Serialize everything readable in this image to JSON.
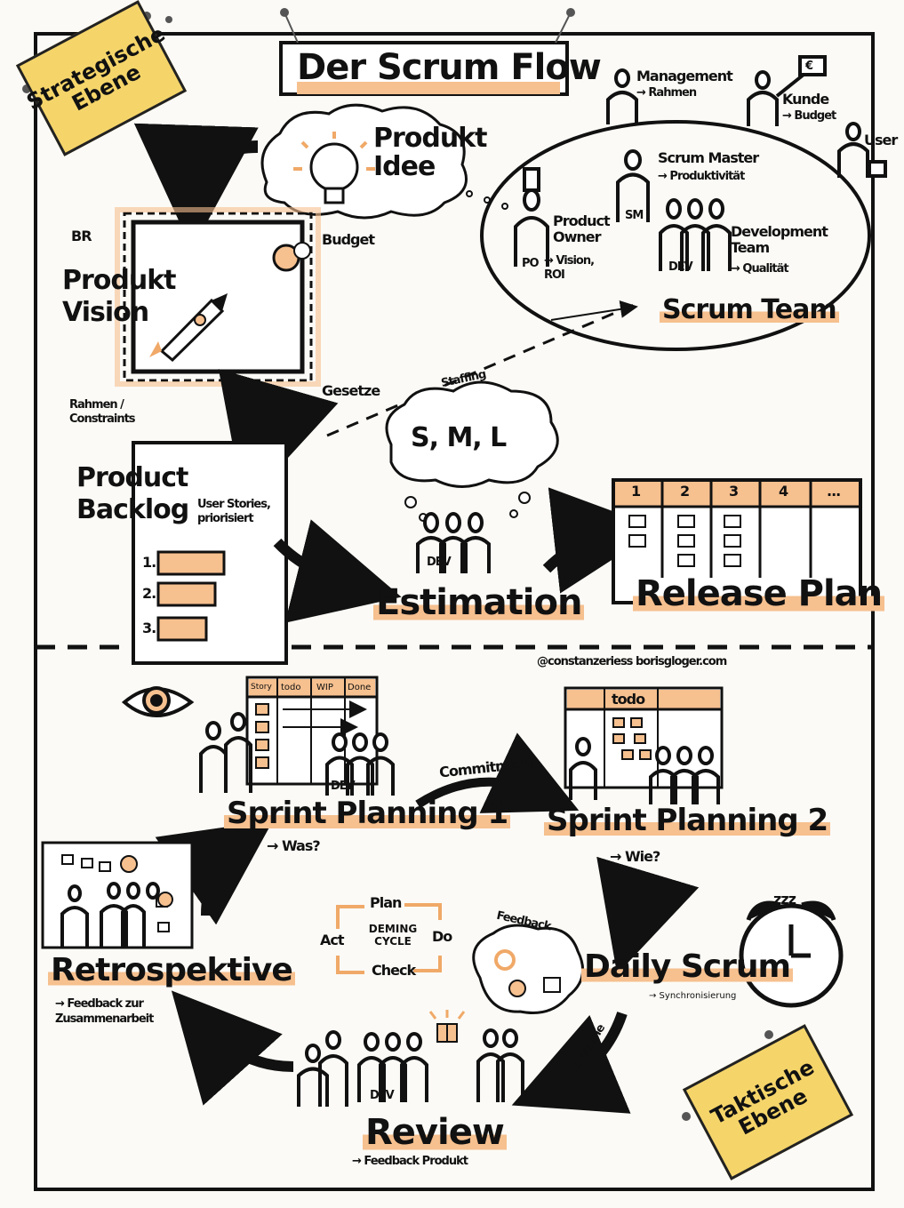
{
  "title": "Der Scrum Flow",
  "strategic_note": "Strategische Ebene",
  "tactical_note": "Taktische Ebene",
  "roles": {
    "management": "Management",
    "management_arrow": "→ Rahmen",
    "kunde": "Kunde",
    "kunde_arrow": "→ Budget",
    "user": "User",
    "scrum_master": "Scrum Master",
    "scrum_master_arrow": "→ Produktivität",
    "sm_tag": "SM",
    "product_owner": "Product Owner",
    "po_tag": "PO",
    "po_arrow": "→ Vision, ROI",
    "dev_team": "Development Team",
    "dev_team_arrow": "→ Qualität",
    "dev_tag": "DEV",
    "scrum_team": "Scrum Team",
    "kunde_sign": "€"
  },
  "vision": {
    "idea": "Produkt Idee",
    "vision": "Produkt Vision",
    "br": "BR",
    "budget": "Budget",
    "constraints": "Rahmen / Constraints",
    "gesetze": "Gesetze",
    "staffing": "Staffing"
  },
  "backlog": {
    "title": "Product Backlog",
    "note": "User Stories, priorisiert",
    "items": [
      "1.",
      "2.",
      "3."
    ]
  },
  "estimation": {
    "sizes": "S, M, L",
    "label": "Estimation"
  },
  "release_plan": {
    "label": "Release Plan",
    "columns": [
      "1",
      "2",
      "3",
      "4",
      "..."
    ]
  },
  "credits": "@constanzeriess   borisgloger.com",
  "sprint": {
    "board_cols": [
      "Story",
      "todo",
      "WIP",
      "Done"
    ],
    "planning1": "Sprint Planning 1",
    "planning1_sub": "→ Was?",
    "commitment": "Commitment",
    "todo": "todo",
    "planning2": "Sprint Planning 2",
    "planning2_sub": "→ Wie?",
    "daily": "Daily Scrum",
    "daily_sub": "→ Synchronisierung",
    "feedback": "Feedback",
    "abnahme": "Abnahme",
    "review": "Review",
    "review_sub": "→ Feedback Produkt",
    "retro": "Retrospektive",
    "retro_sub": "→ Feedback zur Zusammenarbeit",
    "zzz": "zzz"
  },
  "deming": {
    "plan": "Plan",
    "do": "Do",
    "check": "Check",
    "act": "Act",
    "center": "DEMING CYCLE"
  }
}
